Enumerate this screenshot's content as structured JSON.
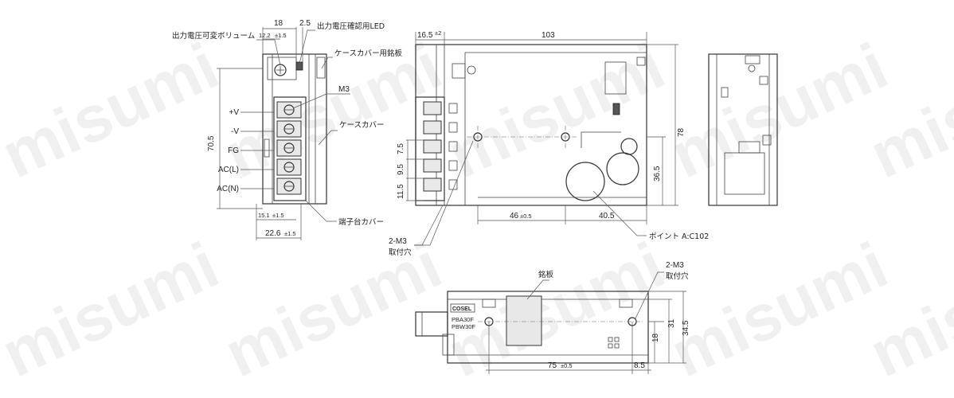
{
  "watermark": "misumi",
  "front_view": {
    "labels": {
      "volume": "出力電圧可変ボリューム",
      "led": "出力電圧確認用LED",
      "case_nameplate": "ケースカバー用銘板",
      "screw": "M3",
      "case_cover": "ケースカバー",
      "terminal_cover": "端子台カバー"
    },
    "terminals": [
      "+V",
      "-V",
      "FG",
      "AC(L)",
      "AC(N)"
    ],
    "dims": {
      "top_width": "18",
      "led_offset": "2.5",
      "volume_offset": "12.2",
      "volume_offset_tol": "±1.5",
      "height": "70.5",
      "bottom_offset": "15.1",
      "bottom_offset_tol": "±1.5",
      "depth": "22.6",
      "depth_tol": "±1.5"
    }
  },
  "side_view": {
    "labels": {
      "mount_holes": "2-M3",
      "mount_holes_sub": "取付穴",
      "point": "ポイント A:C102"
    },
    "dims": {
      "front_offset": "16.5",
      "front_offset_tol": "±2",
      "length": "103",
      "height": "78",
      "pitch1": "7.5",
      "pitch2": "9.5",
      "pitch3": "11.5",
      "hole_height": "36.5",
      "hole_x": "46",
      "hole_x_tol": "±0.5",
      "hole_pitch": "40.5"
    }
  },
  "bottom_view": {
    "labels": {
      "nameplate": "銘板",
      "mount_holes": "2-M3",
      "mount_holes_sub": "取付穴",
      "brand": "COSEL",
      "model1": "PBA30F",
      "model2": "PBW30F"
    },
    "dims": {
      "hole_pitch": "75",
      "hole_pitch_tol": "±0.5",
      "edge": "8.5",
      "hole_y": "18",
      "width": "31",
      "total": "34.5"
    }
  }
}
